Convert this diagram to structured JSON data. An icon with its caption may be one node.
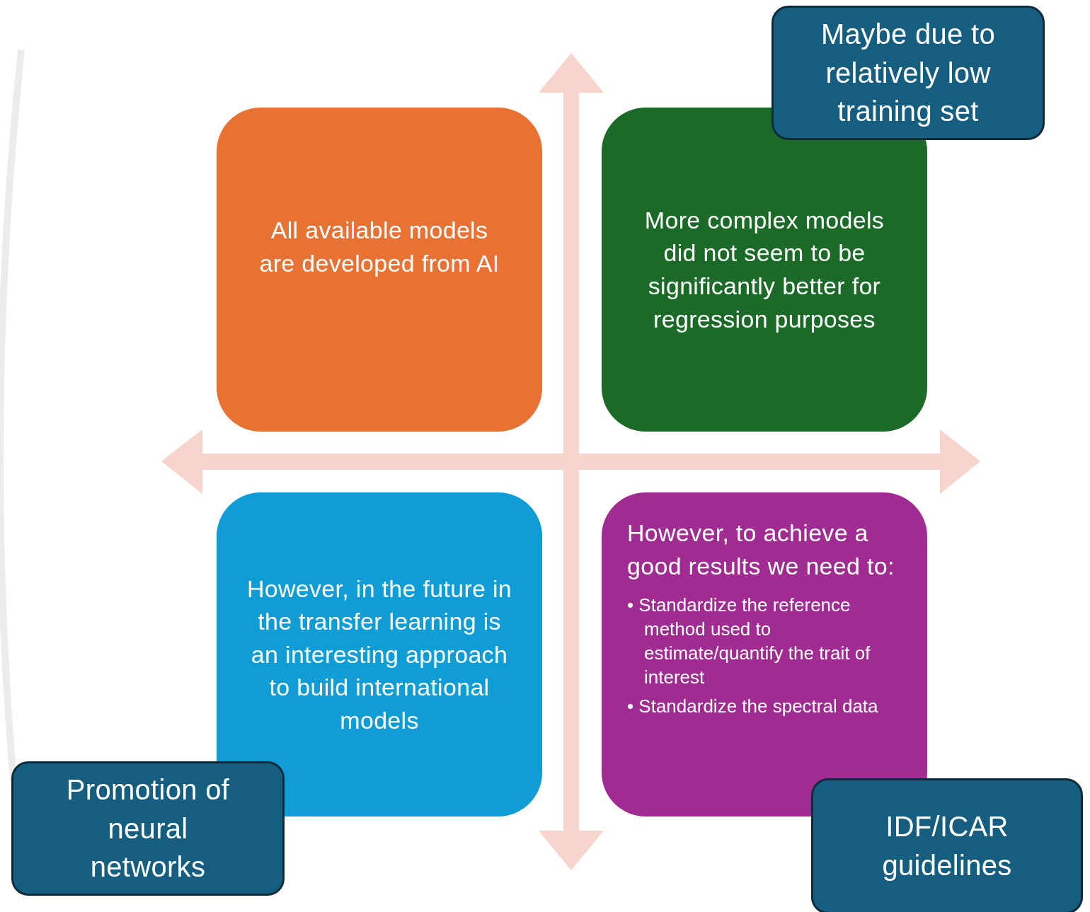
{
  "diagram": {
    "nodes": [
      {
        "text": [
          "Maybe due to relatively low training set"
        ]
      },
      {
        "text": [
          "All available models are developed from AI"
        ]
      },
      {
        "text": [
          "More complex models did not seem to be significantly better for regression purposes"
        ]
      },
      {
        "text": [
          "However, in the future in the transfer learning is an interesting approach to build international models"
        ]
      },
      {
        "text": [
          "However, to achieve a good results we need to:",
          "• Standardize the reference method used to estimate/quantify the trait of interest",
          "• Standardize the spectral data"
        ]
      },
      {
        "text": [
          "Promotion of neural networks"
        ]
      },
      {
        "text": [
          "IDF/ICAR guidelines"
        ]
      }
    ]
  }
}
